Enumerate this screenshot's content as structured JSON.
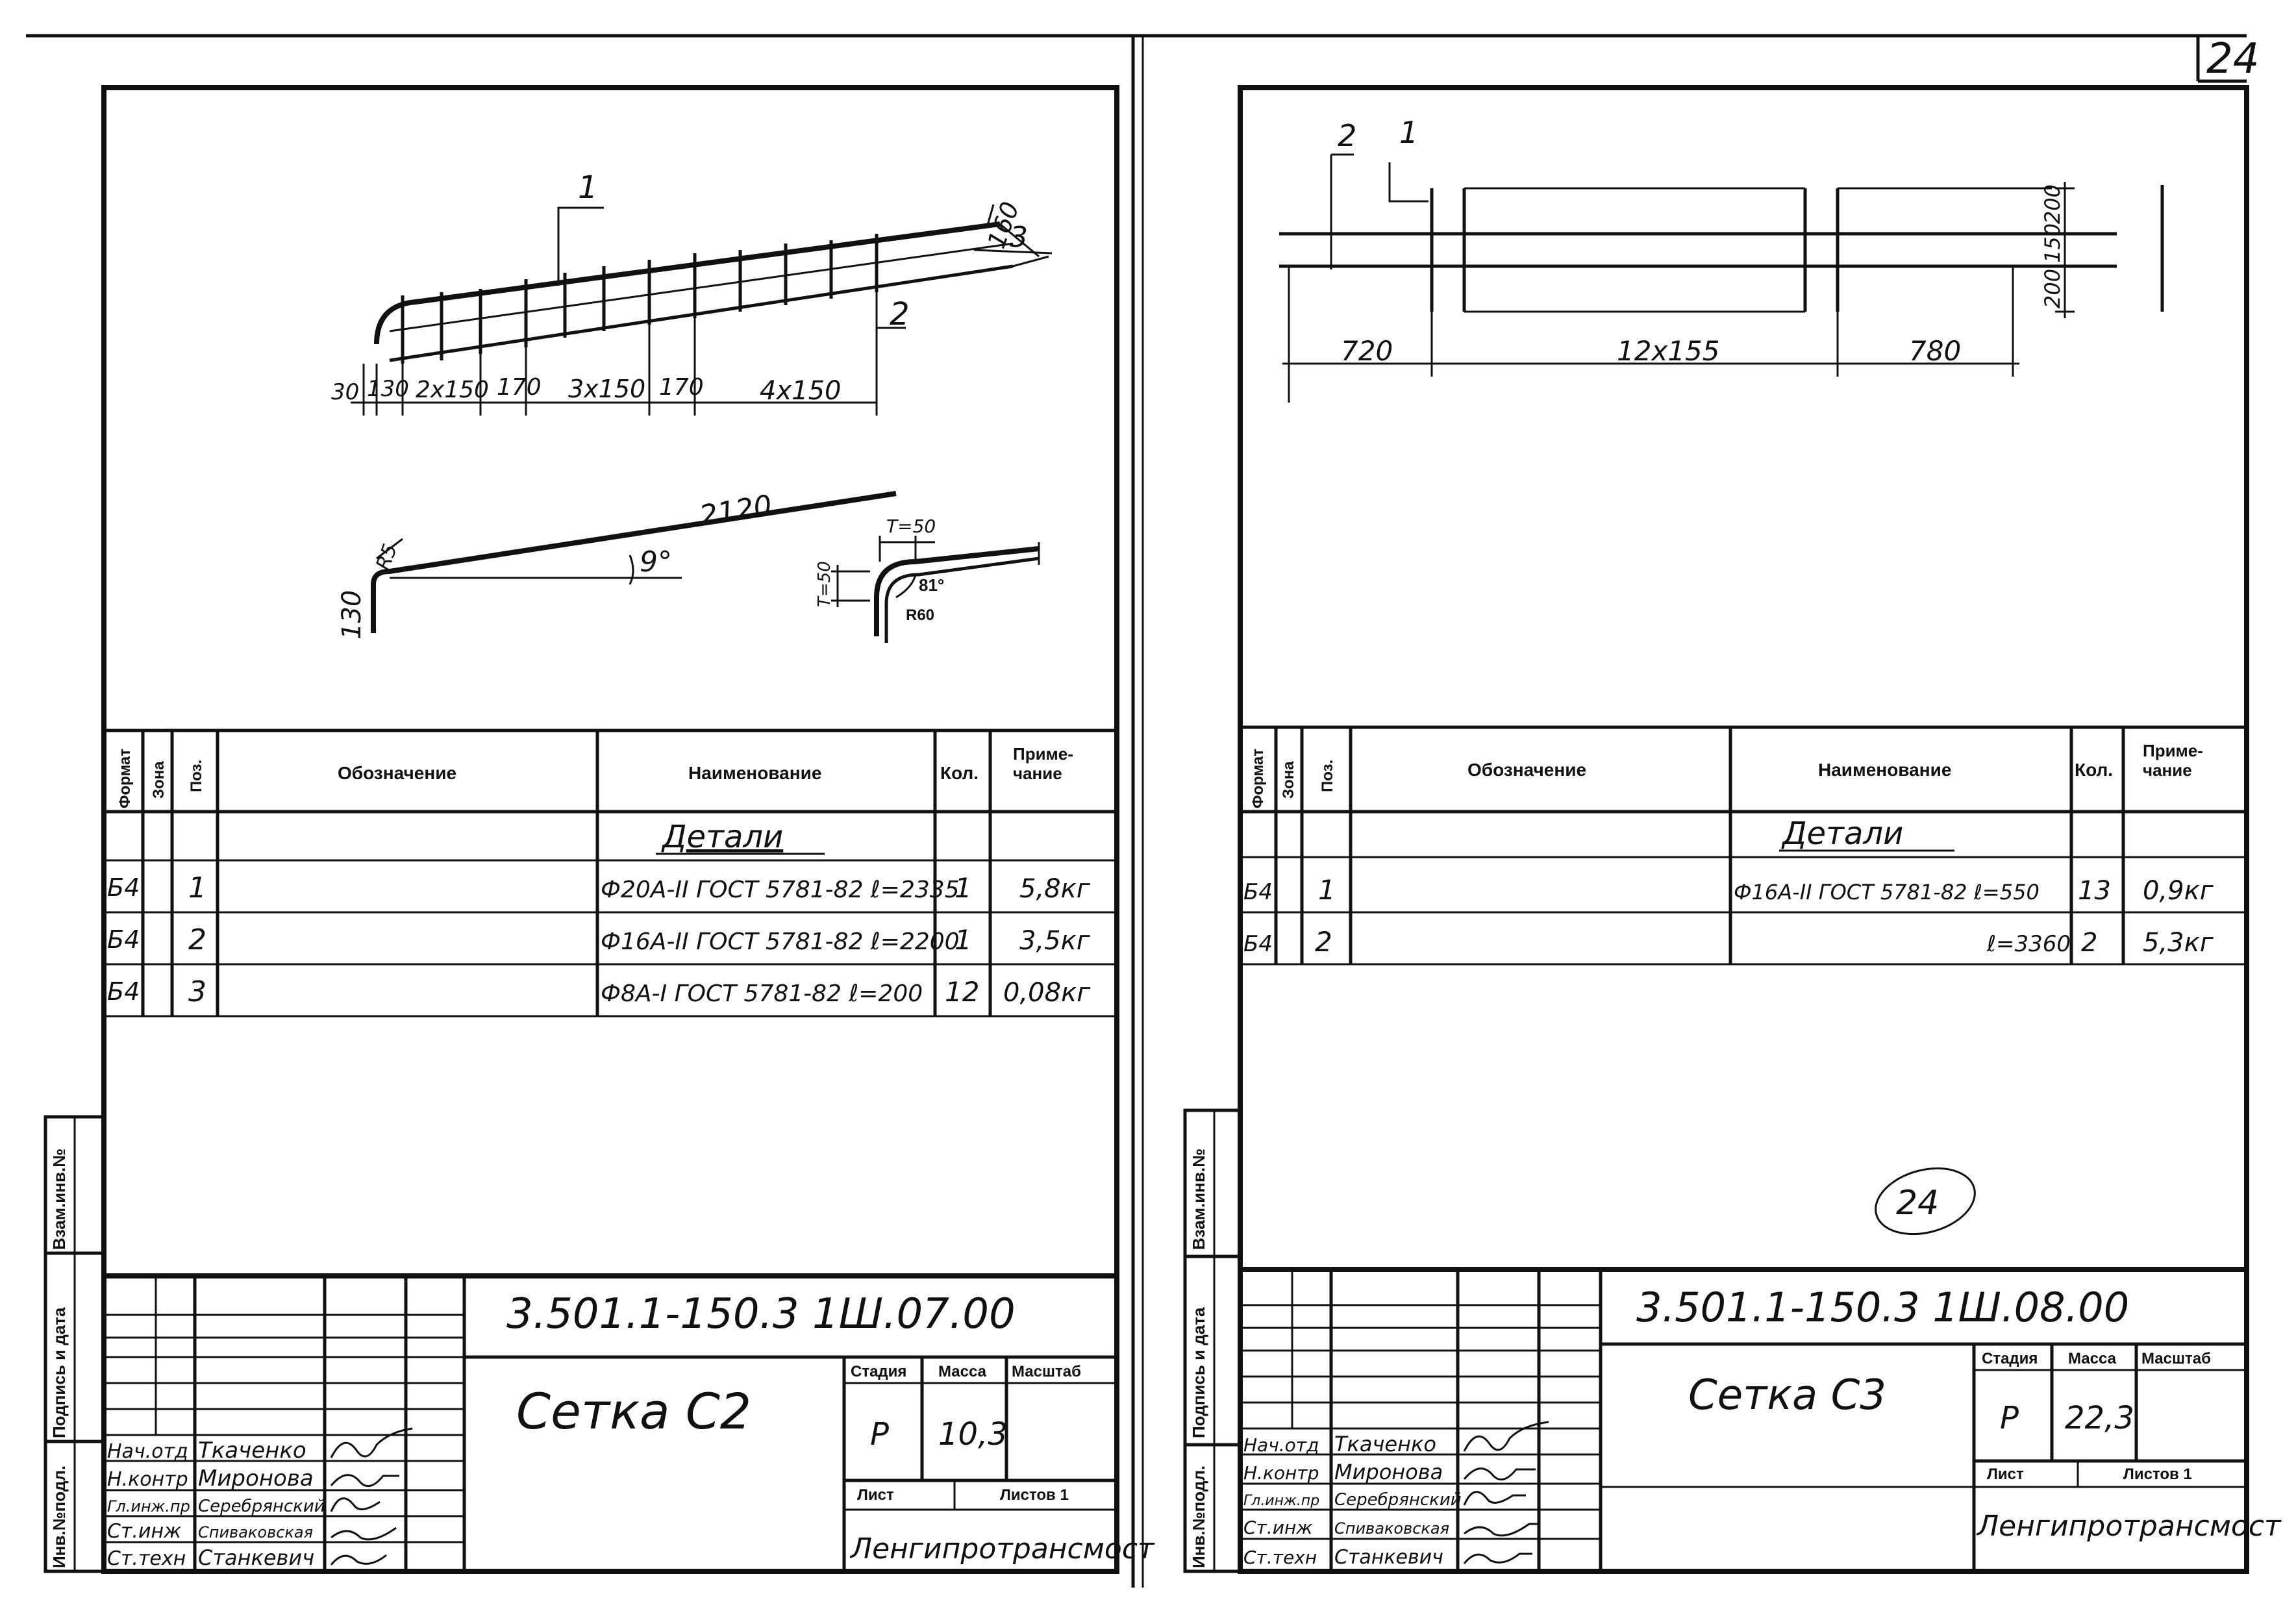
{
  "sheet_number": "24",
  "stamp": "24",
  "spec_headers": {
    "format": "Формат",
    "zone": "Зона",
    "pos": "Поз.",
    "designation": "Обозначение",
    "name": "Наименование",
    "qty": "Кол.",
    "note": "Приме-\nчание",
    "note_line1": "Приме-",
    "note_line2": "чание"
  },
  "side_labels": {
    "inv_podl": "Инв.№подл.",
    "sign_date": "Подпись и дата",
    "vzam": "Взам.инв.№"
  },
  "title_block_labels": {
    "stage": "Стадия",
    "mass": "Масса",
    "scale": "Масштаб",
    "sheet": "Лист",
    "sheets": "Листов 1",
    "organization": "Ленгипротрансмост"
  },
  "left_sheet": {
    "section": "Детали",
    "rows": [
      {
        "format": "Б4",
        "pos": "1",
        "name": "Ф20А-II ГОСТ 5781-82 ℓ=2335",
        "qty": "1",
        "note": "5,8кг"
      },
      {
        "format": "Б4",
        "pos": "2",
        "name": "Ф16А-II ГОСТ 5781-82 ℓ=2200",
        "qty": "1",
        "note": "3,5кг"
      },
      {
        "format": "Б4",
        "pos": "3",
        "name": "Ф8А-I ГОСТ 5781-82 ℓ=200",
        "qty": "12",
        "note": "0,08кг"
      }
    ],
    "designation_code": "3.501.1-150.3 1Ш.07.00",
    "title": "Сетка С2",
    "stage": "Р",
    "mass": "10,3",
    "people": [
      {
        "role": "Нач.отд",
        "name": "Ткаченко"
      },
      {
        "role": "Н.контр",
        "name": "Миронова"
      },
      {
        "role": "Гл.инж.пр",
        "name": "Серебрянский"
      },
      {
        "role": "Ст.инж",
        "name": "Спиваковская"
      },
      {
        "role": "Ст.техн",
        "name": "Станкевич"
      }
    ],
    "dims": {
      "top_chain": [
        "30",
        "130",
        "2х150",
        "170",
        "3х150",
        "170",
        "4х150"
      ],
      "label_160": "160",
      "pos1": "1",
      "pos2": "2",
      "pos3": "3",
      "len_2120": "2120",
      "angle_9": "9°",
      "h_130": "130",
      "r85": "R5",
      "t50_top": "Т=50",
      "t50_side": "Т=50",
      "angle_81": "81°",
      "r60": "R60"
    }
  },
  "right_sheet": {
    "section": "Детали",
    "rows": [
      {
        "format": "Б4",
        "pos": "1",
        "name": "Ф16А-II ГОСТ 5781-82 ℓ=550",
        "qty": "13",
        "note": "0,9кг"
      },
      {
        "format": "Б4",
        "pos": "2",
        "name": "ℓ=3360",
        "qty": "2",
        "note": "5,3кг"
      }
    ],
    "designation_code": "3.501.1-150.3 1Ш.08.00",
    "title": "Сетка С3",
    "stage": "Р",
    "mass": "22,3",
    "people": [
      {
        "role": "Нач.отд",
        "name": "Ткаченко"
      },
      {
        "role": "Н.контр",
        "name": "Миронова"
      },
      {
        "role": "Гл.инж.пр",
        "name": "Серебрянский"
      },
      {
        "role": "Ст.инж",
        "name": "Спиваковская"
      },
      {
        "role": "Ст.техн",
        "name": "Станкевич"
      }
    ],
    "dims": {
      "pos2": "2",
      "pos1": "1",
      "d720": "720",
      "d12x155": "12х155",
      "d780": "780",
      "v200a": "200",
      "v150": "150",
      "v200b": "200"
    }
  }
}
